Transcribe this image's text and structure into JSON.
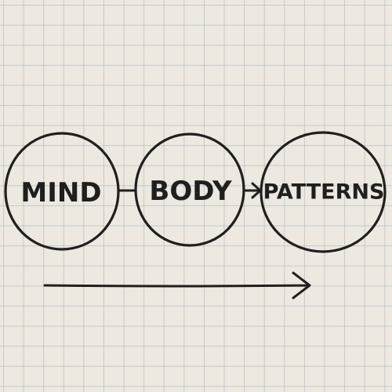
{
  "diagram": {
    "nodes": [
      {
        "id": "mind",
        "label": "MIND"
      },
      {
        "id": "body",
        "label": "BODY"
      },
      {
        "id": "patterns",
        "label": "PATTERNS"
      }
    ],
    "edges": [
      {
        "from": "mind",
        "to": "body",
        "style": "line"
      },
      {
        "from": "body",
        "to": "patterns",
        "style": "arrow"
      }
    ],
    "progression_arrow": {
      "direction": "left-to-right"
    },
    "colors": {
      "ink": "#1f1f1f",
      "paper": "#ede8e0",
      "grid": "#96a5af"
    }
  }
}
